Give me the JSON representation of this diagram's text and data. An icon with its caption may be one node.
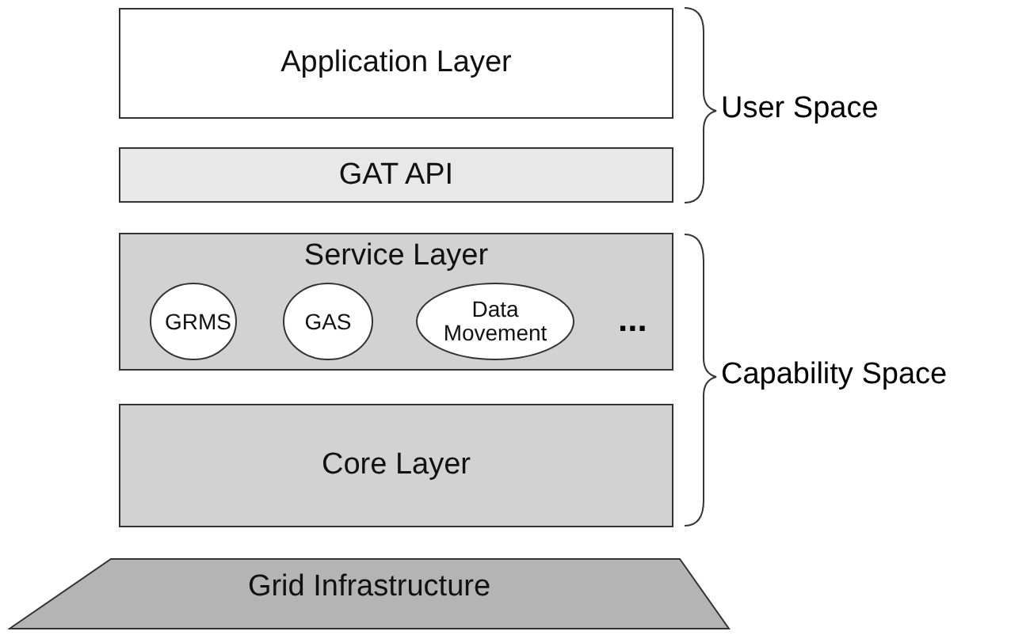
{
  "diagram": {
    "nodes": [
      {
        "text": [
          "Application Layer"
        ]
      },
      {
        "text": [
          "GAT API"
        ]
      },
      {
        "text": [
          "Service Layer"
        ]
      },
      {
        "text": [
          "GRMS"
        ],
        "in": 2
      },
      {
        "text": [
          "GAS"
        ],
        "in": 2
      },
      {
        "text": [
          "Data Movement"
        ],
        "in": 2
      },
      {
        "text": [
          "Core Layer"
        ]
      },
      {
        "text": [
          "Grid Infrastructure"
        ]
      }
    ],
    "labels": [
      "...",
      "User Space",
      "Capability Space"
    ]
  }
}
